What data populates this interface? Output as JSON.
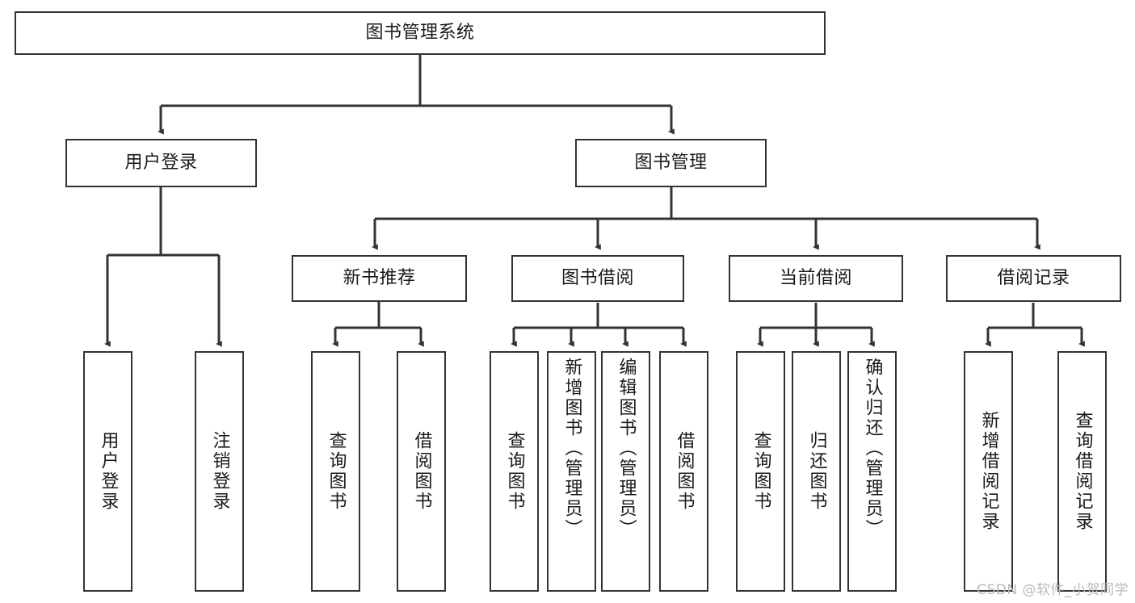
{
  "diagram": {
    "title": "图书管理系统",
    "type": "tree",
    "watermark": "CSDN @软件_小贺同学",
    "colors": {
      "background": "#ffffff",
      "node_border": "#333333",
      "node_fill": "#ffffff",
      "edge": "#333333",
      "text": "#1a1a1a",
      "watermark": "#b9b9b9"
    },
    "nodes": {
      "root": {
        "label": "图书管理系统"
      },
      "level2": [
        {
          "id": "user-login",
          "label": "用户登录"
        },
        {
          "id": "book-manage",
          "label": "图书管理"
        }
      ],
      "level3": [
        {
          "id": "new-book-recommend",
          "label": "新书推荐"
        },
        {
          "id": "book-borrow",
          "label": "图书借阅"
        },
        {
          "id": "current-borrow",
          "label": "当前借阅"
        },
        {
          "id": "borrow-record",
          "label": "借阅记录"
        }
      ],
      "leaves": [
        {
          "id": "leaf-user-login",
          "label": "用户登录",
          "parent": "user-login"
        },
        {
          "id": "leaf-logout-login",
          "label": "注销登录",
          "parent": "user-login"
        },
        {
          "id": "leaf-query-book-1",
          "label": "查询图书",
          "parent": "new-book-recommend"
        },
        {
          "id": "leaf-borrow-book-1",
          "label": "借阅图书",
          "parent": "new-book-recommend"
        },
        {
          "id": "leaf-query-book-2",
          "label": "查询图书",
          "parent": "book-borrow"
        },
        {
          "id": "leaf-add-book-admin",
          "label": "新增图书（管理员）",
          "parent": "book-borrow"
        },
        {
          "id": "leaf-edit-book-admin",
          "label": "编辑图书（管理员）",
          "parent": "book-borrow"
        },
        {
          "id": "leaf-borrow-book-2",
          "label": "借阅图书",
          "parent": "book-borrow"
        },
        {
          "id": "leaf-query-book-3",
          "label": "查询图书",
          "parent": "current-borrow"
        },
        {
          "id": "leaf-return-book",
          "label": "归还图书",
          "parent": "current-borrow"
        },
        {
          "id": "leaf-confirm-return-admin",
          "label": "确认归还（管理员）",
          "parent": "current-borrow"
        },
        {
          "id": "leaf-add-borrow-record",
          "label": "新增借阅记录",
          "parent": "borrow-record"
        },
        {
          "id": "leaf-query-borrow-record",
          "label": "查询借阅记录",
          "parent": "borrow-record"
        }
      ]
    },
    "edges": [
      {
        "from": "root",
        "to": "user-login"
      },
      {
        "from": "root",
        "to": "book-manage"
      },
      {
        "from": "user-login",
        "to": "leaf-user-login"
      },
      {
        "from": "user-login",
        "to": "leaf-logout-login"
      },
      {
        "from": "book-manage",
        "to": "new-book-recommend"
      },
      {
        "from": "book-manage",
        "to": "book-borrow"
      },
      {
        "from": "book-manage",
        "to": "current-borrow"
      },
      {
        "from": "book-manage",
        "to": "borrow-record"
      },
      {
        "from": "new-book-recommend",
        "to": "leaf-query-book-1"
      },
      {
        "from": "new-book-recommend",
        "to": "leaf-borrow-book-1"
      },
      {
        "from": "book-borrow",
        "to": "leaf-query-book-2"
      },
      {
        "from": "book-borrow",
        "to": "leaf-add-book-admin"
      },
      {
        "from": "book-borrow",
        "to": "leaf-edit-book-admin"
      },
      {
        "from": "book-borrow",
        "to": "leaf-borrow-book-2"
      },
      {
        "from": "current-borrow",
        "to": "leaf-query-book-3"
      },
      {
        "from": "current-borrow",
        "to": "leaf-return-book"
      },
      {
        "from": "current-borrow",
        "to": "leaf-confirm-return-admin"
      },
      {
        "from": "borrow-record",
        "to": "leaf-add-borrow-record"
      },
      {
        "from": "borrow-record",
        "to": "leaf-query-borrow-record"
      }
    ]
  }
}
